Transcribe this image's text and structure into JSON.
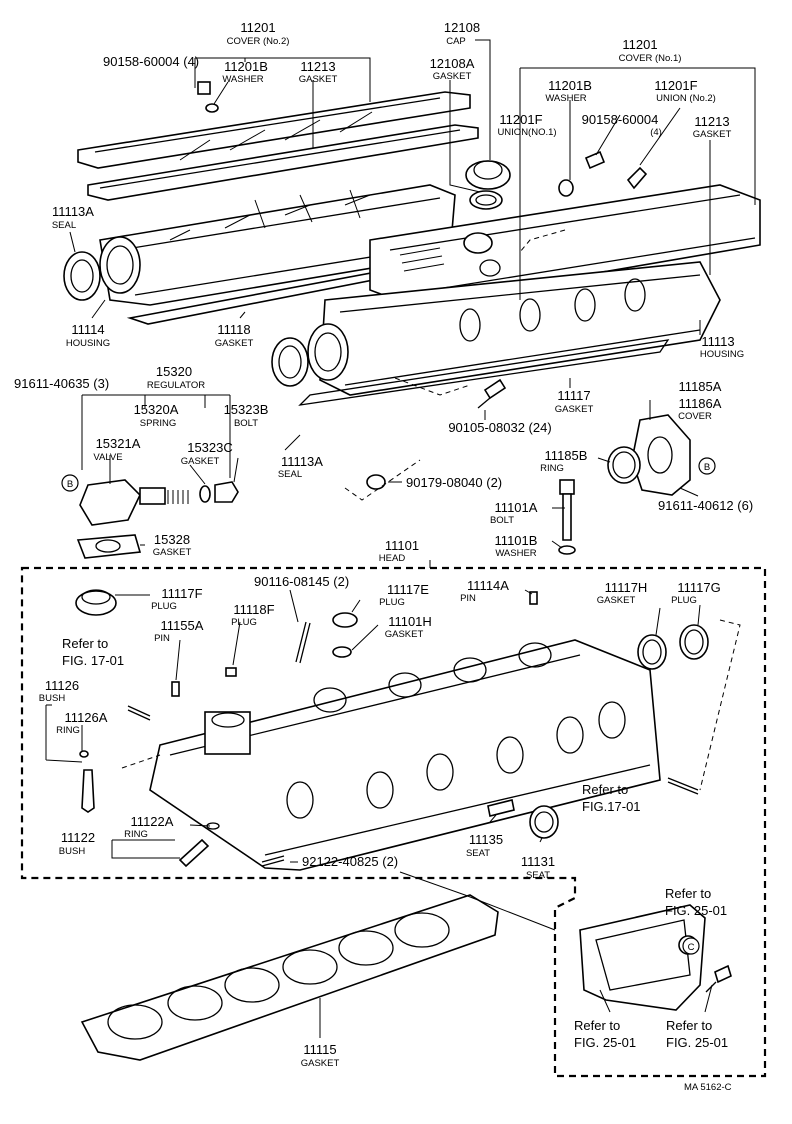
{
  "labels": [
    {
      "id": "l1",
      "num": "11201",
      "name": "COVER (No.2)"
    },
    {
      "id": "l2",
      "num": "12108",
      "name": "CAP"
    },
    {
      "id": "l3",
      "num": "11201",
      "name": "COVER (No.1)"
    },
    {
      "id": "l4",
      "num": "90158-60004 (4)",
      "name": ""
    },
    {
      "id": "l5",
      "num": "11201B",
      "name": "WASHER"
    },
    {
      "id": "l6",
      "num": "11213",
      "name": "GASKET"
    },
    {
      "id": "l7",
      "num": "12108A",
      "name": "GASKET"
    },
    {
      "id": "l8",
      "num": "11201B",
      "name": "WASHER"
    },
    {
      "id": "l9",
      "num": "11201F",
      "name": "UNION (No.2)"
    },
    {
      "id": "l10",
      "num": "11201F",
      "name": "UNION(NO.1)"
    },
    {
      "id": "l11",
      "num": "90158-60004",
      "name": "(4)"
    },
    {
      "id": "l12",
      "num": "11213",
      "name": "GASKET"
    },
    {
      "id": "l13",
      "num": "11113A",
      "name": "SEAL"
    },
    {
      "id": "l14",
      "num": "11114",
      "name": "HOUSING"
    },
    {
      "id": "l15",
      "num": "11118",
      "name": "GASKET"
    },
    {
      "id": "l16",
      "num": "11113",
      "name": "HOUSING"
    },
    {
      "id": "l17",
      "num": "91611-40635 (3)",
      "name": ""
    },
    {
      "id": "l18",
      "num": "15320",
      "name": "REGULATOR"
    },
    {
      "id": "l19",
      "num": "15320A",
      "name": "SPRING"
    },
    {
      "id": "l20",
      "num": "15323B",
      "name": "BOLT"
    },
    {
      "id": "l21",
      "num": "15321A",
      "name": "VALVE"
    },
    {
      "id": "l22",
      "num": "15323C",
      "name": "GASKET"
    },
    {
      "id": "l23",
      "num": "15328",
      "name": "GASKET"
    },
    {
      "id": "l24",
      "num": "11117",
      "name": "GASKET"
    },
    {
      "id": "l25",
      "num": "90105-08032 (24)",
      "name": ""
    },
    {
      "id": "l26",
      "num": "11113A",
      "name": "SEAL"
    },
    {
      "id": "l27",
      "num": "90179-08040 (2)",
      "name": ""
    },
    {
      "id": "l28",
      "num": "11185A",
      "name": ""
    },
    {
      "id": "l29",
      "num": "11186A",
      "name": "COVER"
    },
    {
      "id": "l30",
      "num": "11185B",
      "name": "RING"
    },
    {
      "id": "l31",
      "num": "91611-40612 (6)",
      "name": ""
    },
    {
      "id": "l32",
      "num": "11101A",
      "name": "BOLT"
    },
    {
      "id": "l33",
      "num": "11101B",
      "name": "WASHER"
    },
    {
      "id": "l34",
      "num": "11101",
      "name": "HEAD"
    },
    {
      "id": "l35",
      "num": "11117F",
      "name": "PLUG"
    },
    {
      "id": "l36",
      "num": "90116-08145 (2)",
      "name": ""
    },
    {
      "id": "l37",
      "num": "11117E",
      "name": "PLUG"
    },
    {
      "id": "l38",
      "num": "11114A",
      "name": "PIN"
    },
    {
      "id": "l39",
      "num": "11117H",
      "name": "GASKET"
    },
    {
      "id": "l40",
      "num": "11117G",
      "name": "PLUG"
    },
    {
      "id": "l41",
      "num": "11118F",
      "name": "PLUG"
    },
    {
      "id": "l42",
      "num": "11101H",
      "name": "GASKET"
    },
    {
      "id": "l43",
      "num": "11155A",
      "name": "PIN"
    },
    {
      "id": "l44",
      "num": "11126",
      "name": "BUSH"
    },
    {
      "id": "l45",
      "num": "11126A",
      "name": "RING"
    },
    {
      "id": "l46",
      "num": "11122A",
      "name": "RING"
    },
    {
      "id": "l47",
      "num": "11122",
      "name": "BUSH"
    },
    {
      "id": "l48",
      "num": "92122-40825 (2)",
      "name": ""
    },
    {
      "id": "l49",
      "num": "11135",
      "name": "SEAT"
    },
    {
      "id": "l50",
      "num": "11131",
      "name": "SEAT"
    },
    {
      "id": "l51",
      "num": "11115",
      "name": "GASKET"
    }
  ],
  "refs": [
    {
      "id": "r1",
      "line1": "Refer to",
      "line2": "FIG. 17-01"
    },
    {
      "id": "r2",
      "line1": "Refer to",
      "line2": "FIG.17-01"
    },
    {
      "id": "r3",
      "line1": "Refer to",
      "line2": "FIG. 25-01"
    },
    {
      "id": "r4",
      "line1": "Refer to",
      "line2": "FIG. 25-01"
    },
    {
      "id": "r5",
      "line1": "Refer to",
      "line2": "FIG. 25-01"
    }
  ],
  "markers": {
    "b": "B",
    "c": "C"
  },
  "diagram_code": "MA 5162-C"
}
